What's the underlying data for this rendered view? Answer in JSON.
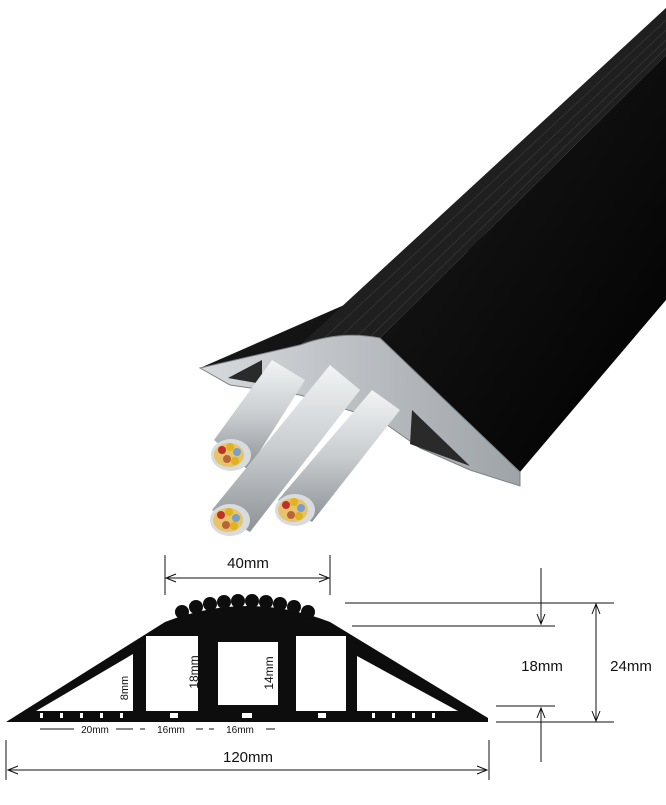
{
  "colors": {
    "rubber": "#0d0d0d",
    "rubber_highlight": "#3a3a3a",
    "channel": "#b9bcbf",
    "cable": "#cfd3d6",
    "copper": "#b8643a",
    "wire_yellow": "#e0b21e",
    "wire_red": "#c0302b",
    "wire_blue": "#7aa0c8",
    "dimension_line": "#111111",
    "background": "#ffffff"
  },
  "dimensions": {
    "top_width": "40mm",
    "inner_height": "18mm",
    "total_height": "24mm",
    "side_channel_height": "8mm",
    "center_channel_height": "18mm",
    "center_inner_height": "14mm",
    "segment_a": "20mm",
    "segment_b": "16mm",
    "segment_c": "16mm",
    "total_width": "120mm"
  }
}
